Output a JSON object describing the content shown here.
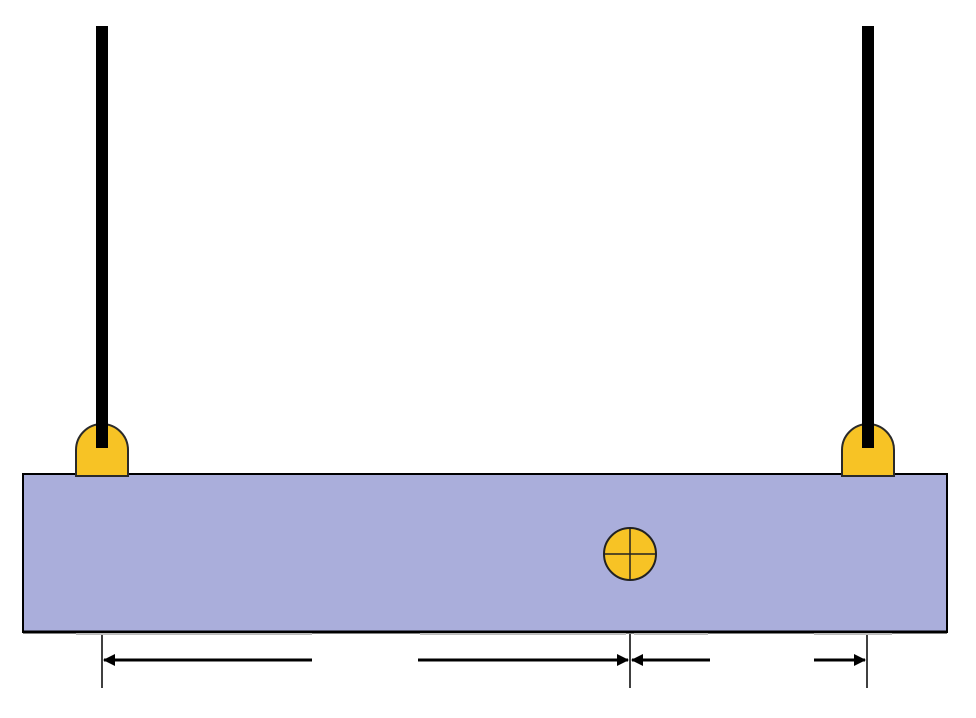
{
  "diagram": {
    "colors": {
      "background": "#ffffff",
      "beam_fill": "#aaaedb",
      "beam_stroke": "#000000",
      "hanger": "#000000",
      "clip_fill": "#f7c325",
      "clip_stroke": "#2a2a2a",
      "center_marker_fill": "#f7c325",
      "dimension_line": "#000000"
    },
    "elements": {
      "left_hanger": "vertical-support-wire",
      "right_hanger": "vertical-support-wire",
      "left_clip": "rounded-hook-clip",
      "right_clip": "rounded-hook-clip",
      "beam": "horizontal-bar",
      "center_marker": "center-of-mass-symbol"
    },
    "dimension_labels": []
  }
}
